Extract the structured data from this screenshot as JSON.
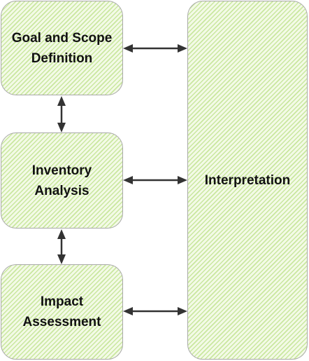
{
  "diagram": {
    "stages": [
      {
        "id": "goal",
        "label": "Goal and Scope\nDefinition"
      },
      {
        "id": "inventory",
        "label": "Inventory\nAnalysis"
      },
      {
        "id": "impact",
        "label": "Impact\nAssessment"
      }
    ],
    "interpretation": {
      "label": "Interpretation"
    },
    "connections": [
      {
        "from": "goal",
        "to": "interpretation",
        "direction": "both"
      },
      {
        "from": "inventory",
        "to": "interpretation",
        "direction": "both"
      },
      {
        "from": "impact",
        "to": "interpretation",
        "direction": "both"
      },
      {
        "from": "goal",
        "to": "inventory",
        "direction": "both"
      },
      {
        "from": "inventory",
        "to": "impact",
        "direction": "both"
      }
    ],
    "colors": {
      "box_fill": "#f3fae6",
      "box_hatch": "#c9e79f",
      "box_border": "#a9a9a9",
      "arrow": "#333333",
      "text": "#111111"
    }
  }
}
